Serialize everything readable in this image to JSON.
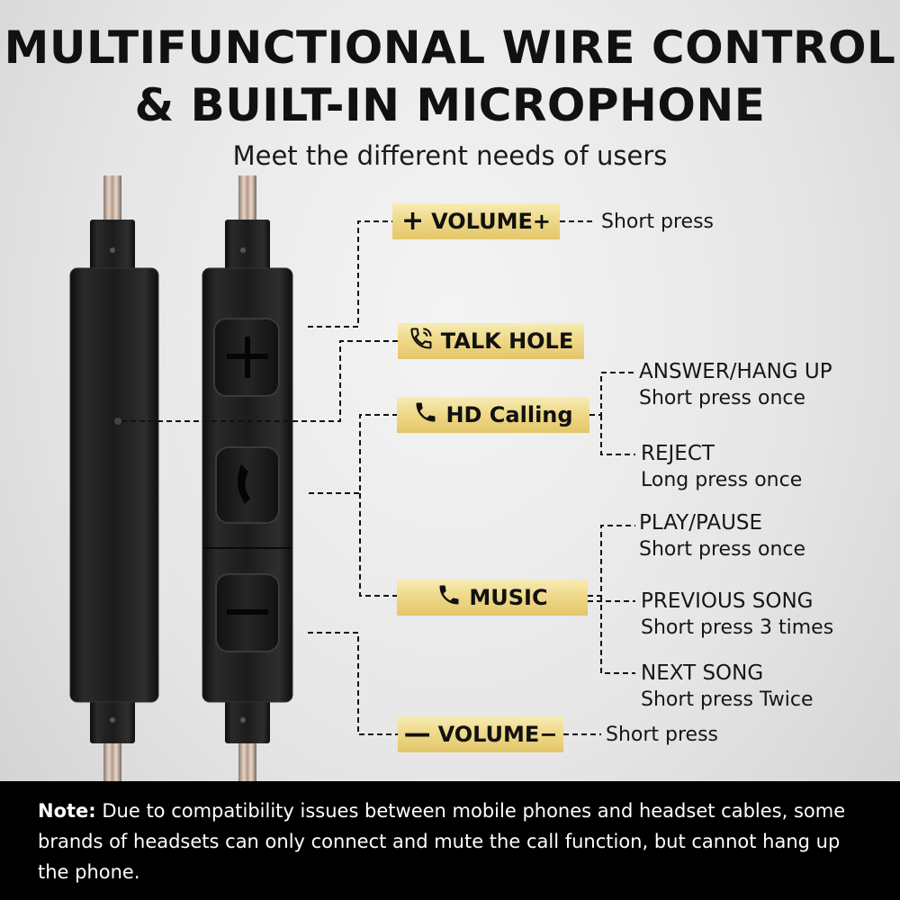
{
  "title_line1": "MULTIFUNCTIONAL WIRE CONTROL",
  "title_line2": "& BUILT-IN MICROPHONE",
  "subtitle": "Meet the different needs of users",
  "badges": {
    "volume_up": "VOLUME+",
    "talk_hole": "TALK HOLE",
    "hd_calling": "HD Calling",
    "music": "MUSIC",
    "volume_down": "VOLUME−"
  },
  "volume_up_desc": "Short press",
  "volume_down_desc": "Short press",
  "calling": [
    {
      "action": "ANSWER/HANG UP",
      "detail": "Short press once"
    },
    {
      "action": "REJECT",
      "detail": "Long press once"
    }
  ],
  "music": [
    {
      "action": "PLAY/PAUSE",
      "detail": "Short press once"
    },
    {
      "action": "PREVIOUS SONG",
      "detail": "Short press 3 times"
    },
    {
      "action": "NEXT SONG",
      "detail": "Short press Twice"
    }
  ],
  "note": {
    "label": "Note:",
    "text": "Due to compatibility issues between mobile phones and headset cables, some brands of headsets can only connect and mute the call function, but cannot hang up the phone."
  },
  "colors": {
    "badge_gold": "#efd98a",
    "note_bg": "#000000",
    "remote_body": "#1c1c1c"
  }
}
